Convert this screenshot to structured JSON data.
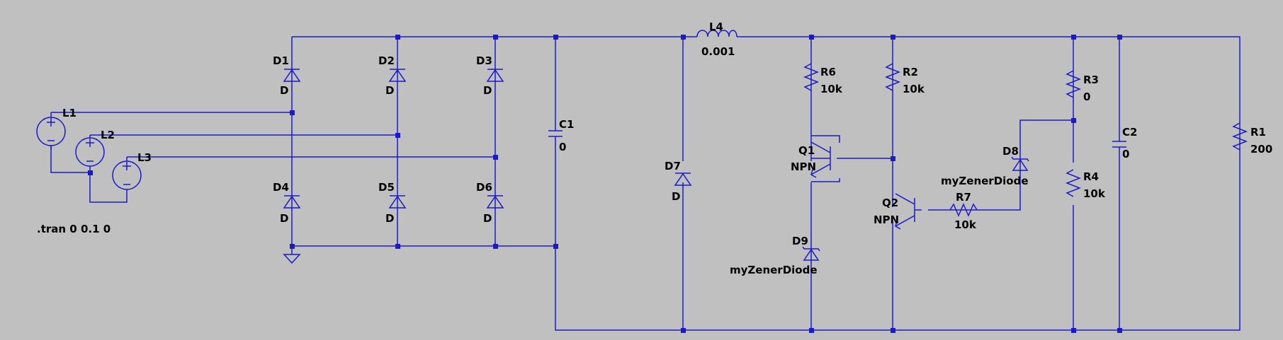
{
  "colors": {
    "background": "#c0c0c0",
    "wire": "#1a1acd",
    "text": "#000000"
  },
  "components": {
    "L1": {
      "name": "L1"
    },
    "L2": {
      "name": "L2"
    },
    "L3": {
      "name": "L3"
    },
    "L4": {
      "name": "L4",
      "value": "0.001"
    },
    "D1": {
      "name": "D1",
      "value": "D"
    },
    "D2": {
      "name": "D2",
      "value": "D"
    },
    "D3": {
      "name": "D3",
      "value": "D"
    },
    "D4": {
      "name": "D4",
      "value": "D"
    },
    "D5": {
      "name": "D5",
      "value": "D"
    },
    "D6": {
      "name": "D6",
      "value": "D"
    },
    "D7": {
      "name": "D7",
      "value": "D"
    },
    "D8": {
      "name": "D8",
      "value": "myZenerDiode"
    },
    "D9": {
      "name": "D9",
      "value": "myZenerDiode"
    },
    "C1": {
      "name": "C1",
      "value": "0"
    },
    "C2": {
      "name": "C2",
      "value": "0"
    },
    "R1": {
      "name": "R1",
      "value": "200"
    },
    "R2": {
      "name": "R2",
      "value": "10k"
    },
    "R3": {
      "name": "R3",
      "value": "0"
    },
    "R4": {
      "name": "R4",
      "value": "10k"
    },
    "R6": {
      "name": "R6",
      "value": "10k"
    },
    "R7": {
      "name": "R7",
      "value": "10k"
    },
    "Q1": {
      "name": "Q1",
      "value": "NPN"
    },
    "Q2": {
      "name": "Q2",
      "value": "NPN"
    }
  },
  "directive": ".tran 0 0.1 0"
}
